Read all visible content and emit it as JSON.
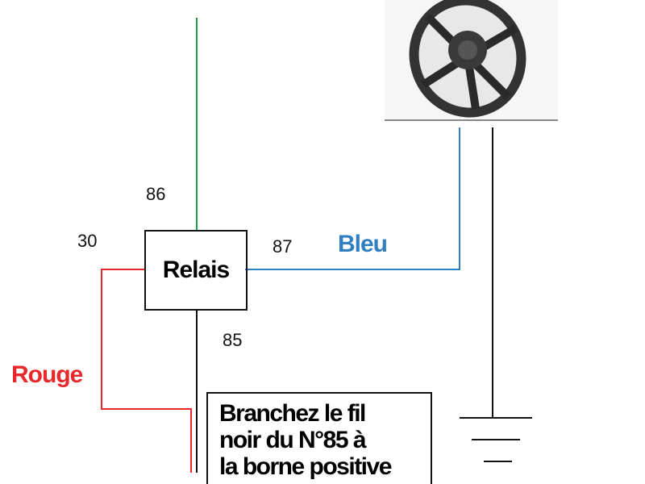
{
  "colors": {
    "green": "#1a9e4a",
    "blue": "#2f7fc1",
    "red": "#e8282b",
    "black": "#111111"
  },
  "relay": {
    "label": "Relais"
  },
  "pins": {
    "p86": "86",
    "p30": "30",
    "p87": "87",
    "p85": "85"
  },
  "wires": {
    "blue_label": "Bleu",
    "red_label": "Rouge"
  },
  "note": {
    "lines": [
      "Branchez le fil",
      "noir du N°85 à",
      "la borne positive"
    ]
  },
  "icons": {
    "fan": "radiator-fan-image",
    "ground": "ground-symbol"
  }
}
